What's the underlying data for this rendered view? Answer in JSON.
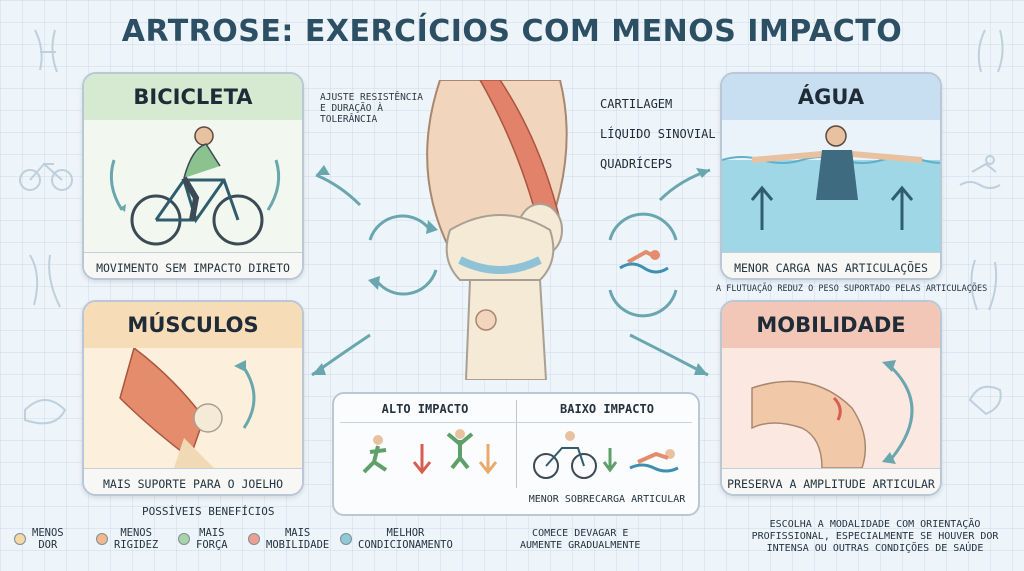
{
  "title": "ARTROSE: EXERCÍCIOS COM MENOS IMPACTO",
  "colors": {
    "title": "#2d4f63",
    "bicicleta": "#d6ead2",
    "musculos": "#f7dcb8",
    "agua": "#c7dff0",
    "mobilidade": "#f2c7b8",
    "arrow": "#6aa6ad"
  },
  "cards": {
    "bicicleta": {
      "title": "BICICLETA",
      "caption": "MOVIMENTO SEM IMPACTO DIRETO"
    },
    "musculos": {
      "title": "MÚSCULOS",
      "caption": "MAIS SUPORTE PARA O JOELHO"
    },
    "agua": {
      "title": "ÁGUA",
      "caption": "MENOR CARGA NAS ARTICULAÇÕES"
    },
    "mobilidade": {
      "title": "MOBILIDADE",
      "caption": "PRESERVA A AMPLITUDE ARTICULAR"
    }
  },
  "notes": {
    "bike_note": [
      "AJUSTE RESISTÊNCIA",
      "E DURAÇÃO À",
      "TOLERÂNCIA"
    ],
    "water_note": "A FLUTUAÇÃO REDUZ O PESO SUPORTADO PELAS ARTICULAÇÕES",
    "start_note": [
      "COMECE DEVAGAR E",
      "AUMENTE GRADUALMENTE"
    ],
    "advice_note": [
      "ESCOLHA A MODALIDADE COM ORIENTAÇÃO",
      "PROFISSIONAL, ESPECIALMENTE SE HOUVER DOR",
      "INTENSA OU OUTRAS CONDIÇÕES DE SAÚDE"
    ]
  },
  "knee_labels": {
    "cartilagem": "CARTILAGEM",
    "liquido": "LÍQUIDO SINOVIAL",
    "quadriceps": "QUADRÍCEPS"
  },
  "comparison": {
    "high": "ALTO IMPACTO",
    "low": "BAIXO IMPACTO",
    "low_caption": "MENOR SOBRECARGA ARTICULAR"
  },
  "benefits": {
    "title": "POSSÍVEIS BENEFÍCIOS",
    "items": [
      {
        "lines": [
          "MENOS",
          "DOR"
        ],
        "color": "#f3d9a4"
      },
      {
        "lines": [
          "MENOS",
          "RIGIDEZ"
        ],
        "color": "#f2b98f"
      },
      {
        "lines": [
          "MAIS",
          "FORÇA"
        ],
        "color": "#a9d4a9"
      },
      {
        "lines": [
          "MAIS",
          "MOBILIDADE"
        ],
        "color": "#ee9f94"
      },
      {
        "lines": [
          "MELHOR",
          "CONDICIONAMENTO"
        ],
        "color": "#8fcad6"
      }
    ]
  }
}
